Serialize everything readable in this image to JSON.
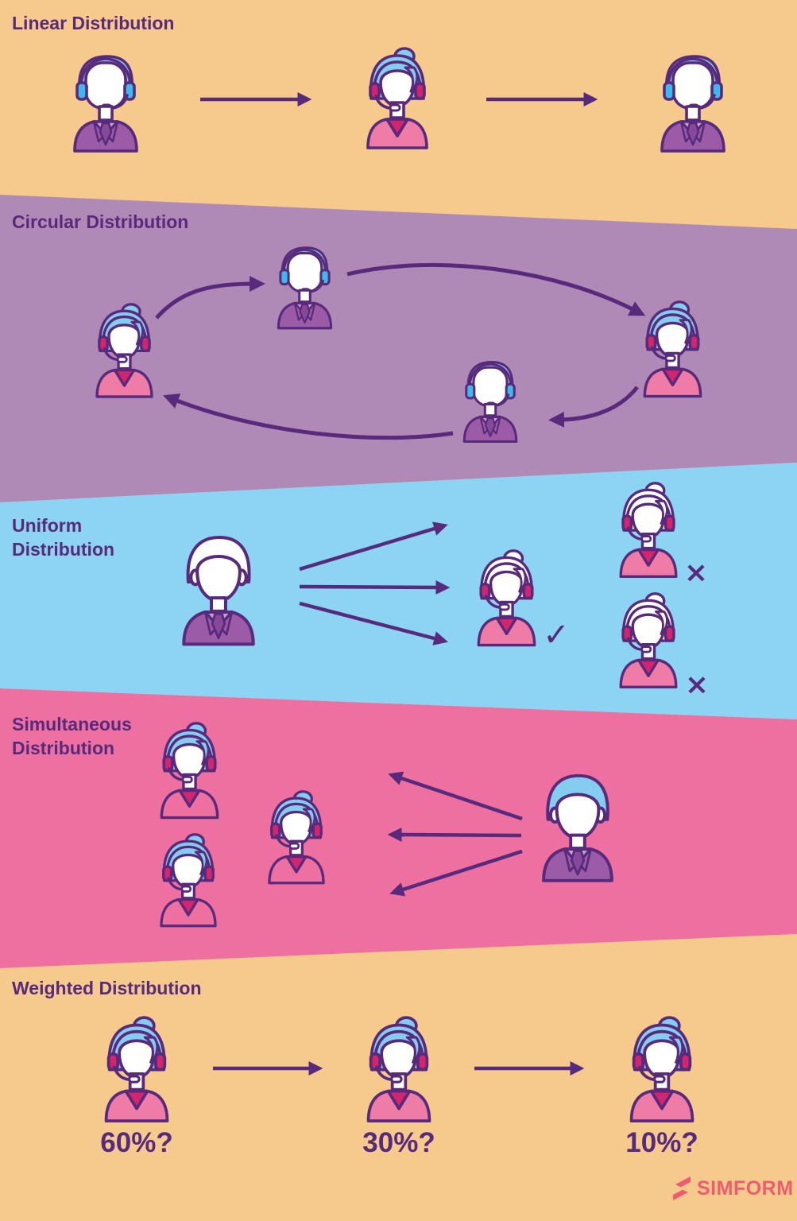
{
  "sections": {
    "linear": {
      "title": "Linear Distribution"
    },
    "circular": {
      "title": "Circular Distribution"
    },
    "uniform": {
      "title_line1": "Uniform",
      "title_line2": "Distribution",
      "accept_mark": "✓",
      "reject_mark_top": "×",
      "reject_mark_bottom": "×"
    },
    "simultaneous": {
      "title_line1": "Simultaneous",
      "title_line2": "Distribution"
    },
    "weighted": {
      "title": "Weighted Distribution",
      "labels": [
        "60%?",
        "30%?",
        "10%?"
      ]
    }
  },
  "logo": {
    "brand": "SIMFORM"
  },
  "colors": {
    "band_tan": "#F6C98C",
    "band_purple": "#AF8AB6",
    "band_blue": "#8DD3F3",
    "band_pink": "#EE70A0",
    "ink": "#572A7B",
    "hair_blue": "#85CCF1",
    "headset_blue": "#3DB9EE",
    "headset_magenta": "#D2256D",
    "suit_purple": "#9C5BA6",
    "shirt_mauve": "#C9A5CE",
    "top_pink": "#EE7CA6",
    "vneck_magenta": "#D2256D",
    "logo_coral": "#EF5B6F"
  }
}
